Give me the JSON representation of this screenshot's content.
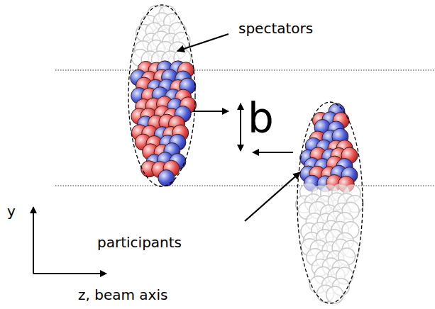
{
  "diagram": {
    "labels": [
      "spectators",
      "b",
      "participants",
      "y",
      "z, beam axis"
    ]
  }
}
